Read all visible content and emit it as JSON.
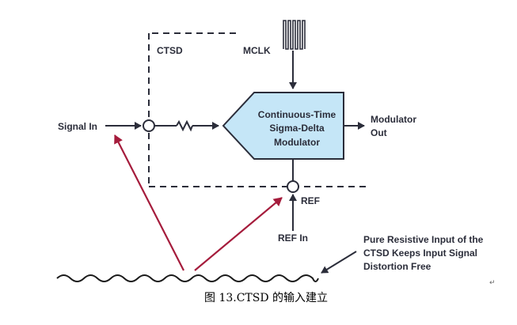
{
  "labels": {
    "ctsd": "CTSD",
    "mclk": "MCLK",
    "signal_in": "Signal In",
    "modulator_line1": "Continuous-Time",
    "modulator_line2": "Sigma-Delta",
    "modulator_line3": "Modulator",
    "modulator_out_line1": "Modulator",
    "modulator_out_line2": "Out",
    "ref": "REF",
    "ref_in": "REF In",
    "note_line1": "Pure Resistive Input of the",
    "note_line2": "CTSD Keeps Input Signal",
    "note_line3": "Distortion Free"
  },
  "caption": "图 13.CTSD 的输入建立",
  "colors": {
    "line": "#2b2d3a",
    "modulator_fill": "#c5e6f7",
    "arrow_red": "#a51c3c",
    "text": "#2b2d3a"
  },
  "icons": {
    "resistor": "resistor-zigzag-icon",
    "clock": "clock-pulse-train-icon",
    "summing_node": "summing-node-circle-icon",
    "paragraph_mark": "↵"
  }
}
